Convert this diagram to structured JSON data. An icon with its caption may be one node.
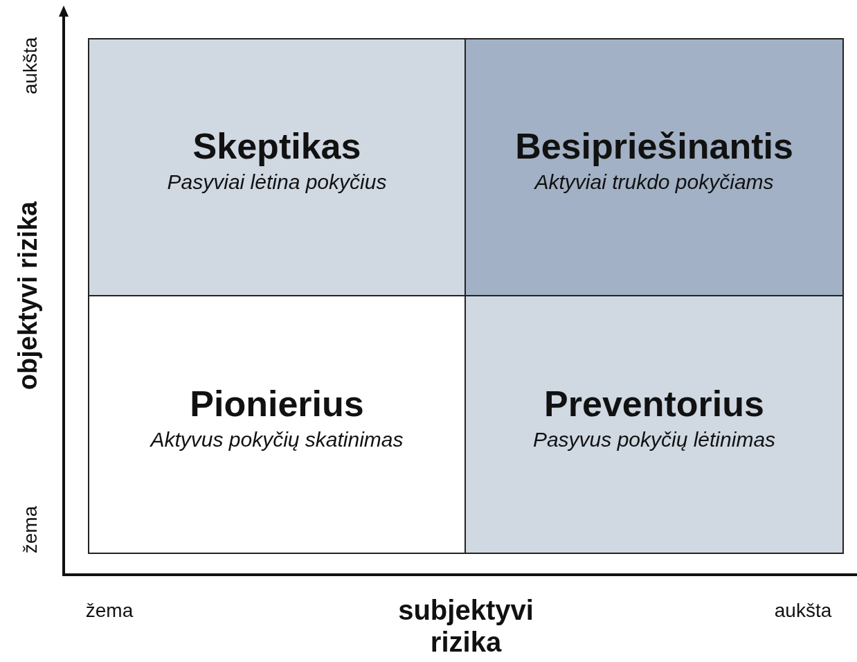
{
  "diagram": {
    "nodes": [
      {
        "text": [
          "Skeptikas",
          "Pasyviai lėtina pokyčius"
        ]
      },
      {
        "text": [
          "Besipriešinantis",
          "Aktyviai trukdo pokyčiams"
        ]
      },
      {
        "text": [
          "Pionierius",
          "Aktyvus pokyčių skatinimas"
        ]
      },
      {
        "text": [
          "Preventorius",
          "Pasyvus pokyčių lėtinimas"
        ]
      }
    ],
    "labels": [
      "aukšta",
      "objektyvi rizika",
      "žema",
      "žema",
      "subjektyvi rizika",
      "aukšta"
    ]
  }
}
